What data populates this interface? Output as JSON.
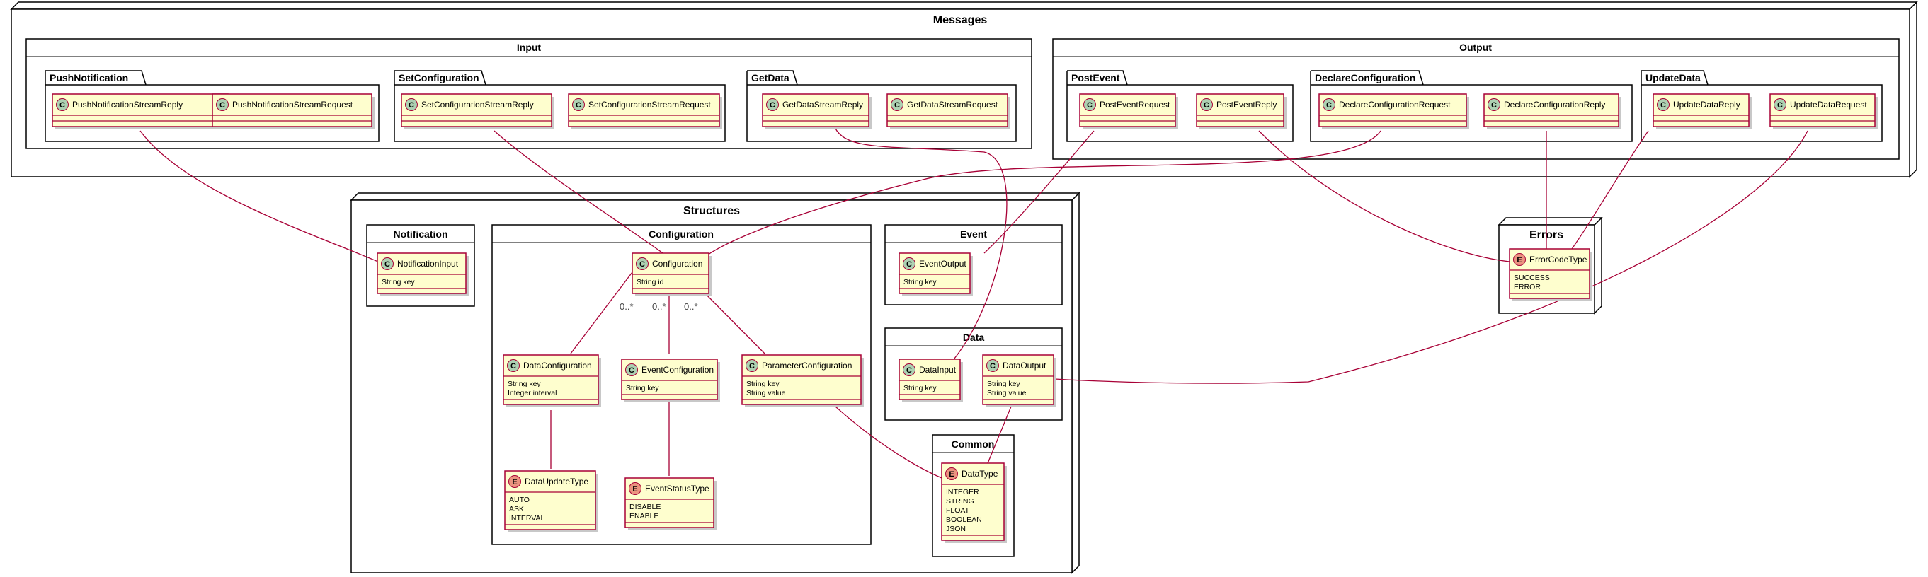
{
  "nodes": {
    "messages": {
      "title": "Messages"
    },
    "structures": {
      "title": "Structures"
    },
    "errors": {
      "title": "Errors"
    }
  },
  "packages": {
    "input": {
      "title": "Input"
    },
    "output": {
      "title": "Output"
    },
    "push_notification": {
      "title": "PushNotification"
    },
    "set_configuration": {
      "title": "SetConfiguration"
    },
    "get_data": {
      "title": "GetData"
    },
    "post_event": {
      "title": "PostEvent"
    },
    "declare_configuration": {
      "title": "DeclareConfiguration"
    },
    "update_data": {
      "title": "UpdateData"
    },
    "notification": {
      "title": "Notification"
    },
    "configuration": {
      "title": "Configuration"
    },
    "event": {
      "title": "Event"
    },
    "data": {
      "title": "Data"
    },
    "common": {
      "title": "Common"
    }
  },
  "classes": {
    "push_reply": {
      "name": "PushNotificationStreamReply",
      "stereotype": "C"
    },
    "push_request": {
      "name": "PushNotificationStreamRequest",
      "stereotype": "C"
    },
    "setconf_reply": {
      "name": "SetConfigurationStreamReply",
      "stereotype": "C"
    },
    "setconf_request": {
      "name": "SetConfigurationStreamRequest",
      "stereotype": "C"
    },
    "getdata_reply": {
      "name": "GetDataStreamReply",
      "stereotype": "C"
    },
    "getdata_request": {
      "name": "GetDataStreamRequest",
      "stereotype": "C"
    },
    "postevent_request": {
      "name": "PostEventRequest",
      "stereotype": "C"
    },
    "postevent_reply": {
      "name": "PostEventReply",
      "stereotype": "C"
    },
    "declconf_request": {
      "name": "DeclareConfigurationRequest",
      "stereotype": "C"
    },
    "declconf_reply": {
      "name": "DeclareConfigurationReply",
      "stereotype": "C"
    },
    "updatedata_reply": {
      "name": "UpdateDataReply",
      "stereotype": "C"
    },
    "updatedata_request": {
      "name": "UpdateDataRequest",
      "stereotype": "C"
    },
    "notification_input": {
      "name": "NotificationInput",
      "stereotype": "C",
      "attrs": [
        "String key"
      ]
    },
    "configuration": {
      "name": "Configuration",
      "stereotype": "C",
      "attrs": [
        "String id"
      ]
    },
    "data_configuration": {
      "name": "DataConfiguration",
      "stereotype": "C",
      "attrs": [
        "String key",
        "Integer interval"
      ]
    },
    "event_configuration": {
      "name": "EventConfiguration",
      "stereotype": "C",
      "attrs": [
        "String key"
      ]
    },
    "parameter_configuration": {
      "name": "ParameterConfiguration",
      "stereotype": "C",
      "attrs": [
        "String key",
        "String value"
      ]
    },
    "data_update_type": {
      "name": "DataUpdateType",
      "stereotype": "E",
      "attrs": [
        "AUTO",
        "ASK",
        "INTERVAL"
      ]
    },
    "event_status_type": {
      "name": "EventStatusType",
      "stereotype": "E",
      "attrs": [
        "DISABLE",
        "ENABLE"
      ]
    },
    "event_output": {
      "name": "EventOutput",
      "stereotype": "C",
      "attrs": [
        "String key"
      ]
    },
    "data_input": {
      "name": "DataInput",
      "stereotype": "C",
      "attrs": [
        "String key"
      ]
    },
    "data_output": {
      "name": "DataOutput",
      "stereotype": "C",
      "attrs": [
        "String key",
        "String value"
      ]
    },
    "data_type": {
      "name": "DataType",
      "stereotype": "E",
      "attrs": [
        "INTEGER",
        "STRING",
        "FLOAT",
        "BOOLEAN",
        "JSON"
      ]
    },
    "error_code_type": {
      "name": "ErrorCodeType",
      "stereotype": "E",
      "attrs": [
        "SUCCESS",
        "ERROR"
      ]
    }
  },
  "multiplicities": {
    "data_configuration": "0..*",
    "event_configuration": "0..*",
    "parameter_configuration": "0..*"
  },
  "colors": {
    "class_fill": "#FEFECE",
    "class_border": "#A80036",
    "class_stereotype": "#ADD1B2",
    "enum_stereotype": "#EB937F"
  }
}
